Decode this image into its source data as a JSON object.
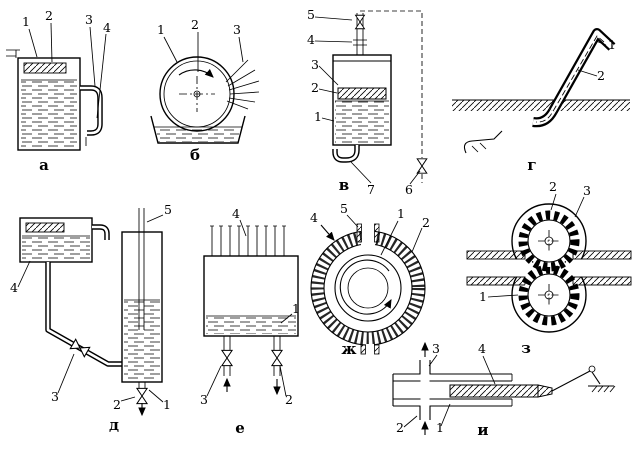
{
  "figure": {
    "background": "#ffffff",
    "ink": "#000000",
    "panels": [
      {
        "id": "a",
        "label": "а",
        "callouts": [
          "1",
          "2",
          "3",
          "4"
        ]
      },
      {
        "id": "b",
        "label": "б",
        "callouts": [
          "1",
          "2",
          "3"
        ]
      },
      {
        "id": "v",
        "label": "в",
        "callouts": [
          "5",
          "4",
          "3",
          "2",
          "1",
          "7",
          "6"
        ]
      },
      {
        "id": "g",
        "label": "г",
        "callouts": [
          "1",
          "2"
        ]
      },
      {
        "id": "d",
        "label": "д",
        "callouts": [
          "4",
          "5",
          "3",
          "2",
          "1"
        ]
      },
      {
        "id": "e",
        "label": "е",
        "callouts": [
          "4",
          "1",
          "3",
          "2"
        ]
      },
      {
        "id": "zh",
        "label": "ж",
        "callouts": [
          "4",
          "5",
          "1",
          "2"
        ]
      },
      {
        "id": "z",
        "label": "з",
        "callouts": [
          "2",
          "3",
          "1"
        ]
      },
      {
        "id": "i",
        "label": "и",
        "callouts": [
          "3",
          "4",
          "2",
          "1"
        ]
      }
    ]
  }
}
